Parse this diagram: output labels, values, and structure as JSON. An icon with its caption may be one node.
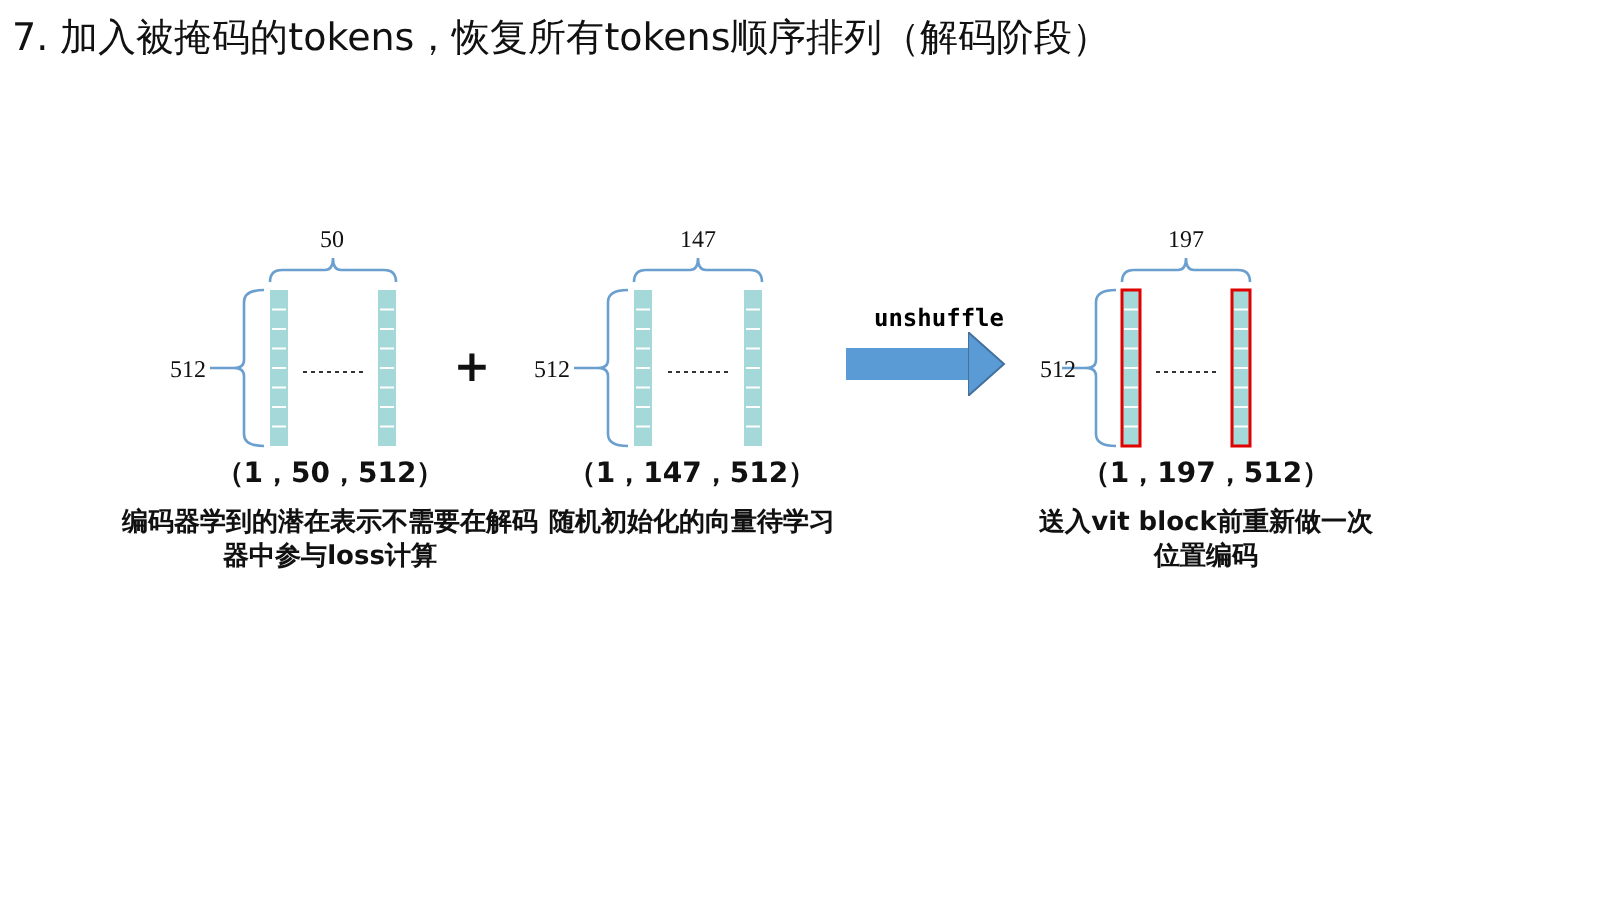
{
  "diagram": {
    "title": "7. 加入被掩码的tokens，恢复所有tokens顺序排列（解码阶段）",
    "nodes": [
      {
        "text": [
          "（1，50，512）",
          "编码器学到的潜在表示不需要在解码器中参与loss计算"
        ]
      },
      {
        "text": [
          "（1，147，512）",
          "随机初始化的向量待学习"
        ]
      },
      {
        "text": [
          "（1，197，512）",
          "送入vit block前重新做一次位置编码"
        ]
      }
    ],
    "edges": [
      {
        "from": 1,
        "to": 2,
        "arrow": "to",
        "label": "unshuffle"
      }
    ],
    "labels": [
      "50",
      "512",
      "+",
      "147",
      "512",
      "197",
      "512"
    ]
  }
}
